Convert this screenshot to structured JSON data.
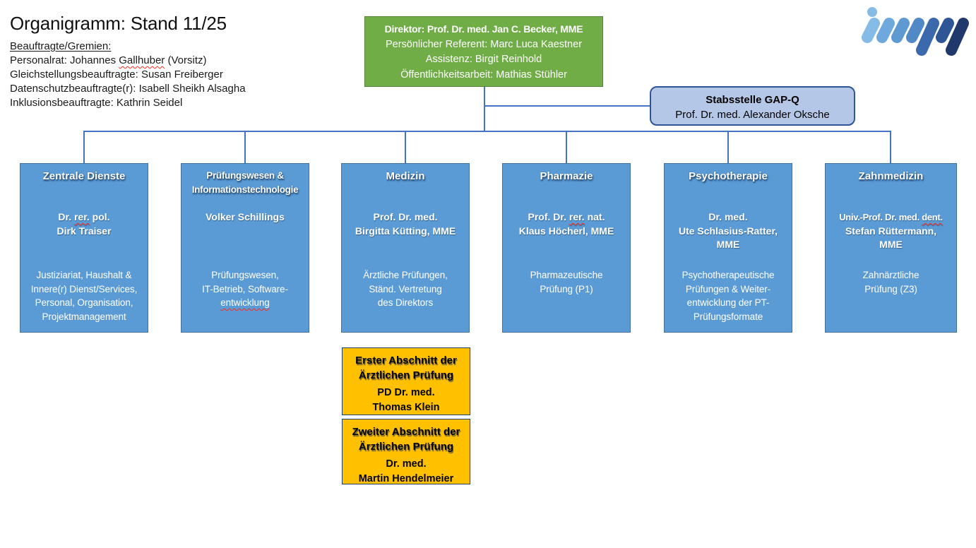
{
  "header": {
    "title": "Organigramm: Stand 11/25",
    "subtitle": "Beauftragte/Gremien: ",
    "lines": [
      [
        "Personalrat: Johannes ",
        {
          "t": "Gallhuber",
          "sp": true
        },
        " (Vorsitz)"
      ],
      "Gleichstellungsbeauftragte: Susan Freiberger",
      "Datenschutzbeauftragte(r): Isabell Sheikh Alsagha",
      "Inklusionsbeauftragte: Kathrin Seidel"
    ]
  },
  "director": {
    "lines": [
      "Direktor: Prof. Dr. med. Jan C. Becker, MME",
      "Persönlicher Referent: Marc Luca Kaestner",
      "Assistenz: Birgit Reinhold",
      "Öffentlichkeitsarbeit: Mathias Stühler"
    ]
  },
  "staff_unit": {
    "title": "Stabsstelle GAP-Q",
    "name": "Prof. Dr. med. Alexander Oksche"
  },
  "departments": [
    {
      "title": [
        "Zentrale Dienste"
      ],
      "name": [
        [
          "Dr. ",
          {
            "t": "rer.",
            "sp": true
          },
          " pol."
        ],
        "Dirk Traiser"
      ],
      "desc": [
        "Justiziariat, Haushalt &",
        "Innere(r) Dienst/Services,",
        "Personal, Organisation,",
        "Projektmanagement"
      ]
    },
    {
      "title": [
        "Prüfungswesen &",
        "Informationstechnologie"
      ],
      "name": [
        "Volker Schillings"
      ],
      "desc": [
        "Prüfungswesen,",
        "IT-Betrieb, Software-",
        {
          "t": "entwicklung",
          "sp": true
        }
      ]
    },
    {
      "title": [
        "Medizin"
      ],
      "name": [
        "Prof. Dr. med.",
        "Birgitta Kütting, MME"
      ],
      "desc": [
        "Ärztliche Prüfungen,",
        "Ständ. Vertretung",
        "des Direktors"
      ]
    },
    {
      "title": [
        "Pharmazie"
      ],
      "name": [
        [
          "Prof. Dr. ",
          {
            "t": "rer.",
            "sp": true
          },
          " nat."
        ],
        "Klaus Höcherl, MME"
      ],
      "desc": [
        "Pharmazeutische",
        "Prüfung (P1)"
      ]
    },
    {
      "title": [
        "Psychotherapie"
      ],
      "name": [
        "Dr. med.",
        "Ute Schlasius-Ratter,",
        "MME"
      ],
      "desc": [
        "Psychotherapeutische",
        "Prüfungen & Weiter-",
        "entwicklung der PT-",
        "Prüfungsformate"
      ]
    },
    {
      "title": [
        "Zahnmedizin"
      ],
      "name": [
        [
          "Univ.-Prof. Dr. med. ",
          {
            "t": "dent.",
            "sp": true
          }
        ],
        "Stefan Rüttermann,",
        "MME"
      ],
      "desc": [
        "Zahnärztliche",
        "Prüfung (Z3)"
      ]
    }
  ],
  "exam_sections": [
    {
      "title": [
        "Erster Abschnitt der",
        "Ärztlichen Prüfung"
      ],
      "name": [
        "PD Dr. med.",
        "Thomas Klein"
      ]
    },
    {
      "title": [
        "Zweiter Abschnitt der",
        "Ärztlichen Prüfung"
      ],
      "name": [
        "Dr. med.",
        "Martin Hendelmeier"
      ]
    }
  ],
  "logo": {
    "name": "impp",
    "colors": [
      "#85BCE7",
      "#6FA8DC",
      "#5E99D1",
      "#5189C7",
      "#3C68AC",
      "#2E5596",
      "#20386B"
    ]
  },
  "colors": {
    "department_fill": "#5B9BD5",
    "department_border": "#41719C",
    "director_fill": "#70AD47",
    "director_border": "#548235",
    "staff_fill": "#B4C7E7",
    "staff_border": "#2F5597",
    "exam_fill": "#FFC000",
    "exam_border": "#1F4068",
    "connector": "#4472C4"
  }
}
